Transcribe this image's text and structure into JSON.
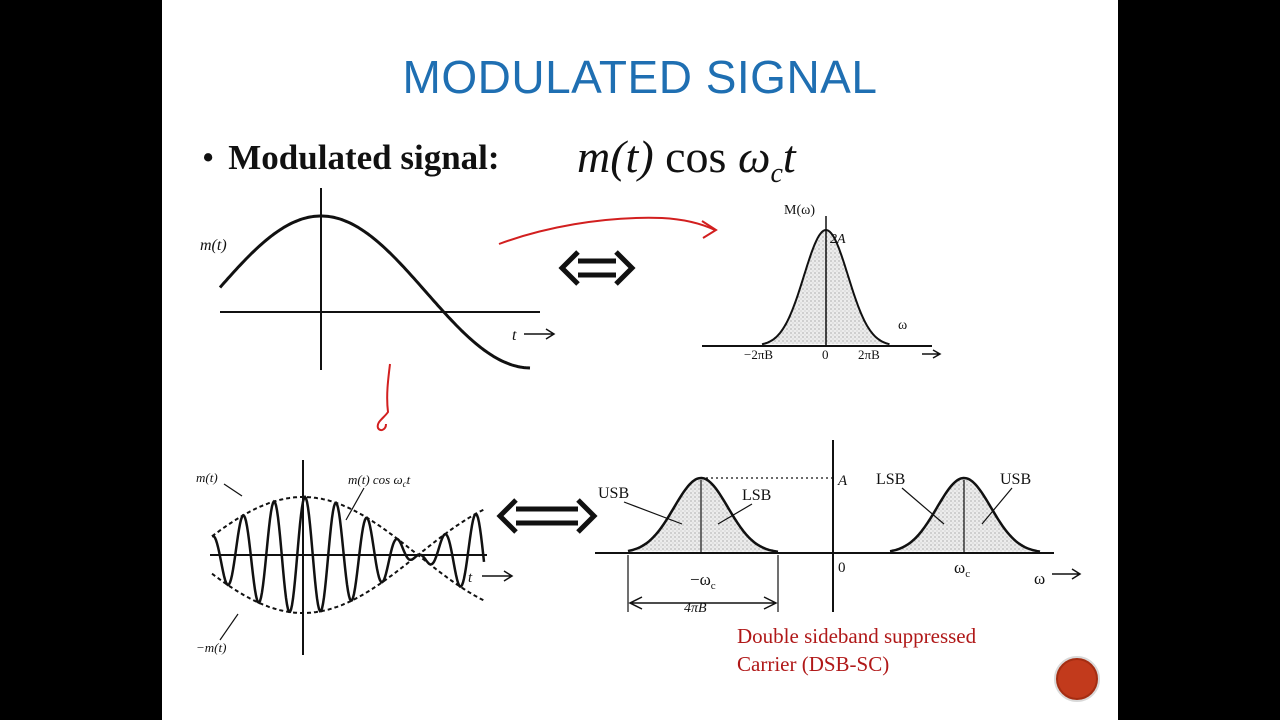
{
  "slide": {
    "title": "MODULATED SIGNAL",
    "bullet_label": "Modulated signal:",
    "formula": {
      "pre": "m(t)",
      "cos": "cos",
      "omega": "ω",
      "sub": "c",
      "post": "t"
    }
  },
  "time_plot": {
    "signal_label": "m(t)",
    "axis_label": "t"
  },
  "baseband_spectrum": {
    "y_label": "M(ω)",
    "peak_label": "2A",
    "x_label": "ω",
    "ticks": [
      "−2πB",
      "0",
      "2πB"
    ]
  },
  "modulated_time_plot": {
    "upper_envelope_label": "m(t)",
    "signal_label": "m(t) cos ω",
    "signal_label_sub": "c",
    "signal_label_tail": "t",
    "lower_envelope_label": "−m(t)",
    "axis_label": "t"
  },
  "modulated_spectrum": {
    "peak_label": "A",
    "zero_label": "0",
    "x_label": "ω",
    "left_center": "−ω",
    "right_center": "ω",
    "center_sub": "c",
    "bandwidth": "4πB",
    "left_upper_band": "USB",
    "left_lower_band": "LSB",
    "right_lower_band": "LSB",
    "right_upper_band": "USB"
  },
  "caption": {
    "line1": "Double sideband suppressed",
    "line2": "Carrier (DSB-SC)"
  },
  "colors": {
    "title": "#1f6fb2",
    "caption": "#b01818",
    "annotation": "#d21f1f",
    "button": "#c23a1c"
  }
}
